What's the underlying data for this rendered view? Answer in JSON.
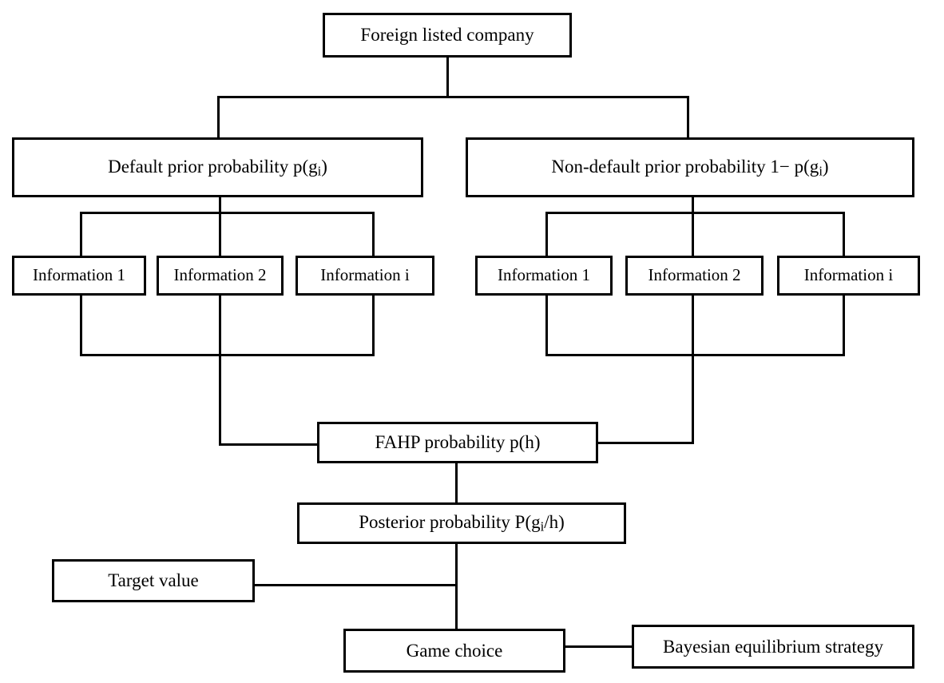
{
  "diagram": {
    "title": "Bayesian game decision flowchart for foreign listed company default analysis",
    "stroke_color": "#000000",
    "background_color": "#ffffff",
    "nodes": {
      "root": "Foreign listed company",
      "default_prior_prefix": "Default prior probability p(g",
      "default_prior_sub": "i",
      "default_prior_suffix": ")",
      "nondefault_prior_prefix": "Non-default prior probability 1− p(g",
      "nondefault_prior_sub": "i",
      "nondefault_prior_suffix": ")",
      "info_left": [
        "Information 1",
        "Information 2",
        "Information i"
      ],
      "info_right": [
        "Information 1",
        "Information 2",
        "Information i"
      ],
      "fahp": "FAHP probability p(h)",
      "posterior_prefix": "Posterior probability P(g",
      "posterior_sub": "i",
      "posterior_suffix": "/h)",
      "target_value": "Target value",
      "game_choice": "Game choice",
      "bayesian_strategy": "Bayesian equilibrium strategy"
    }
  }
}
